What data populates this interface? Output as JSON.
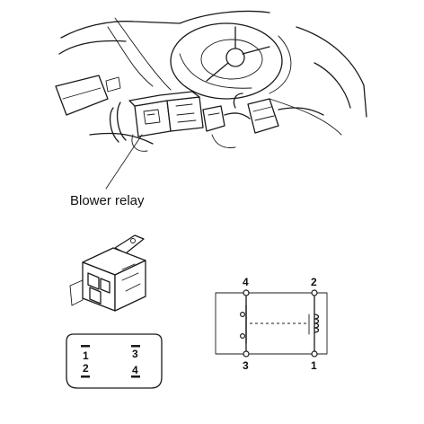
{
  "callout": {
    "label": "Blower relay"
  },
  "connector_face": {
    "pins": [
      "1",
      "2",
      "3",
      "4"
    ]
  },
  "schematic": {
    "pins": [
      "4",
      "2",
      "3",
      "1"
    ]
  }
}
